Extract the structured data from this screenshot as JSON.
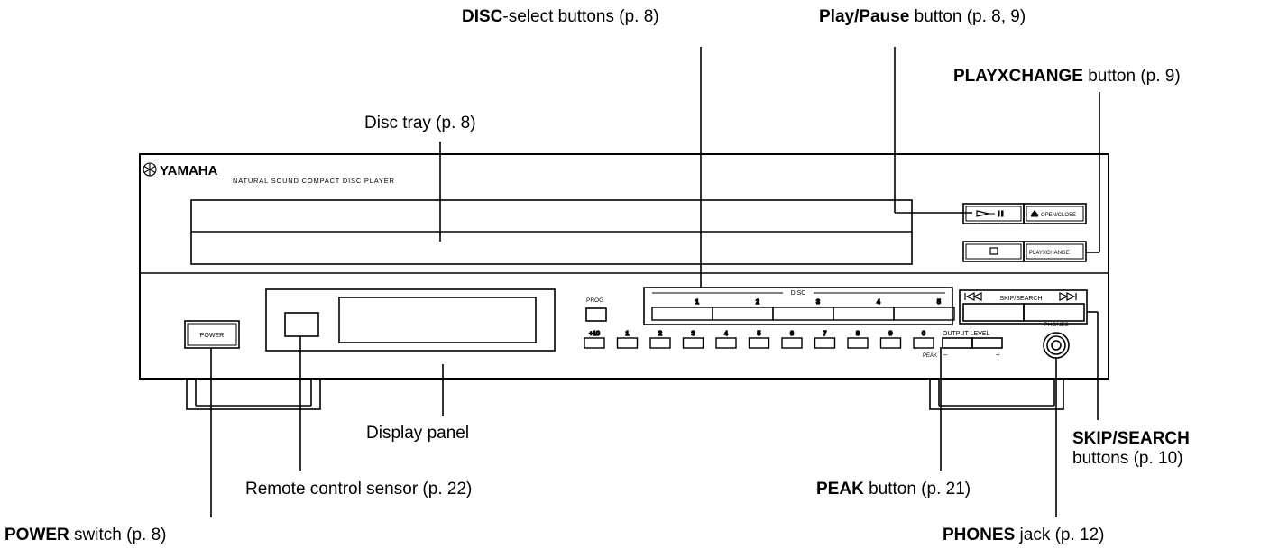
{
  "brand": {
    "name": "YAMAHA",
    "tagline": "NATURAL SOUND COMPACT DISC PLAYER"
  },
  "panel": {
    "open_close": "OPEN/CLOSE",
    "playxchange": "PLAYXCHANGE",
    "prog": "PROG",
    "disc": "DISC",
    "disc_numbers": [
      "1",
      "2",
      "3",
      "4",
      "5"
    ],
    "skip_search": "SKIP/SEARCH",
    "phones": "PHONES",
    "number_keys": [
      "+10",
      "1",
      "2",
      "3",
      "4",
      "5",
      "6",
      "7",
      "8",
      "9",
      "0"
    ],
    "peak": "PEAK",
    "output_level": "OUTPUT LEVEL",
    "output_minus": "–",
    "output_plus": "+",
    "power": "POWER"
  },
  "callouts": {
    "disc_select": {
      "bold": "DISC",
      "text": "-select buttons (p. 8)"
    },
    "play_pause": {
      "bold": "Play/Pause",
      "text": " button (p. 8, 9)"
    },
    "playxchange": {
      "bold": "PLAYXCHANGE",
      "text": " button (p. 9)"
    },
    "disc_tray": {
      "bold": "",
      "text": "Disc tray (p. 8)"
    },
    "display_panel": {
      "bold": "",
      "text": "Display panel"
    },
    "skip_search_line1": {
      "bold": "SKIP/SEARCH",
      "text": ""
    },
    "skip_search_line2": {
      "bold": "",
      "text": "buttons (p. 10)"
    },
    "remote_sensor": {
      "bold": "",
      "text": "Remote control sensor (p. 22)"
    },
    "peak": {
      "bold": "PEAK",
      "text": " button (p. 21)"
    },
    "power": {
      "bold": "POWER",
      "text": " switch (p. 8)"
    },
    "phones": {
      "bold": "PHONES",
      "text": " jack (p. 12)"
    }
  }
}
